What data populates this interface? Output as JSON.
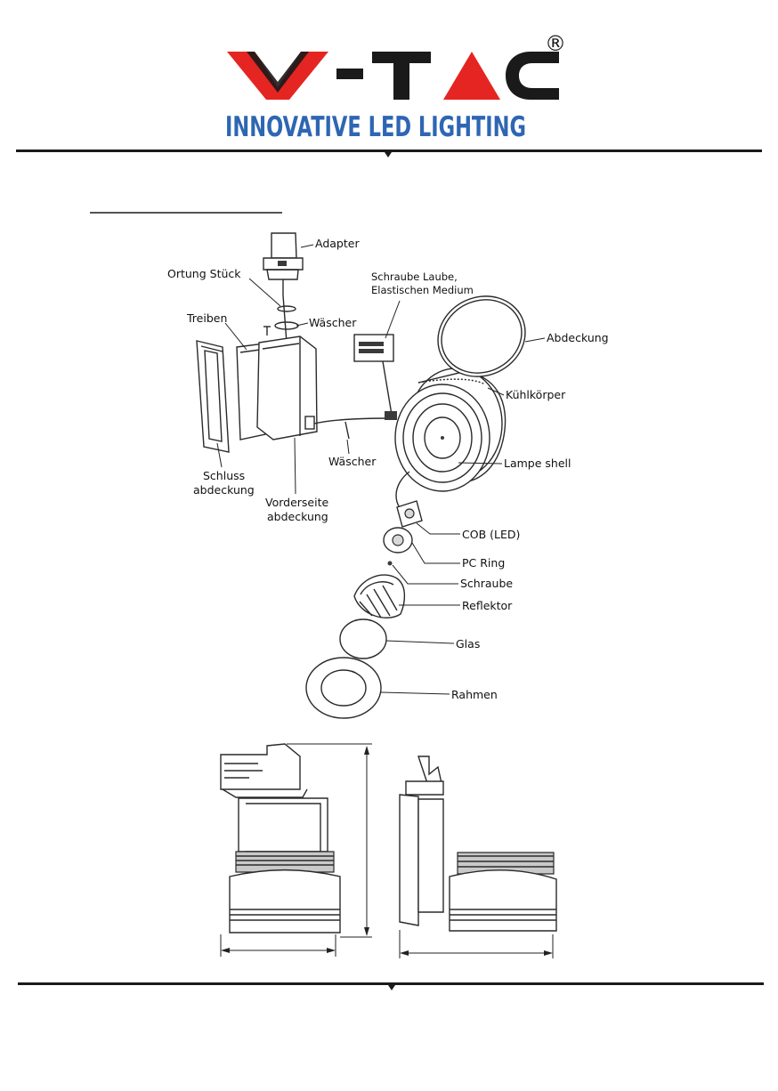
{
  "brand": {
    "name": "V-TAC",
    "registered_mark": "®",
    "tagline": "INNOVATIVE LED LIGHTING",
    "colors": {
      "red": "#e52521",
      "black": "#1a1a1a",
      "blue": "#2e66b3"
    }
  },
  "labels": {
    "adapter": "Adapter",
    "ortung": "Ortung Stück",
    "schraube_laube_1": "Schraube Laube,",
    "schraube_laube_2": "Elastischen Medium",
    "treiben": "Treiben",
    "waescher_top": "Wäscher",
    "abdeckung": "Abdeckung",
    "kuehlkoerper": "Kühlkörper",
    "waescher_mid": "Wäscher",
    "lampe_shell": "Lampe shell",
    "schluss_1": "Schluss",
    "schluss_2": "abdeckung",
    "vorder_1": "Vorderseite",
    "vorder_2": "abdeckung",
    "cob": "COB (LED)",
    "pc_ring": "PC Ring",
    "schraube": "Schraube",
    "reflektor": "Reflektor",
    "glas": "Glas",
    "rahmen": "Rahmen"
  }
}
